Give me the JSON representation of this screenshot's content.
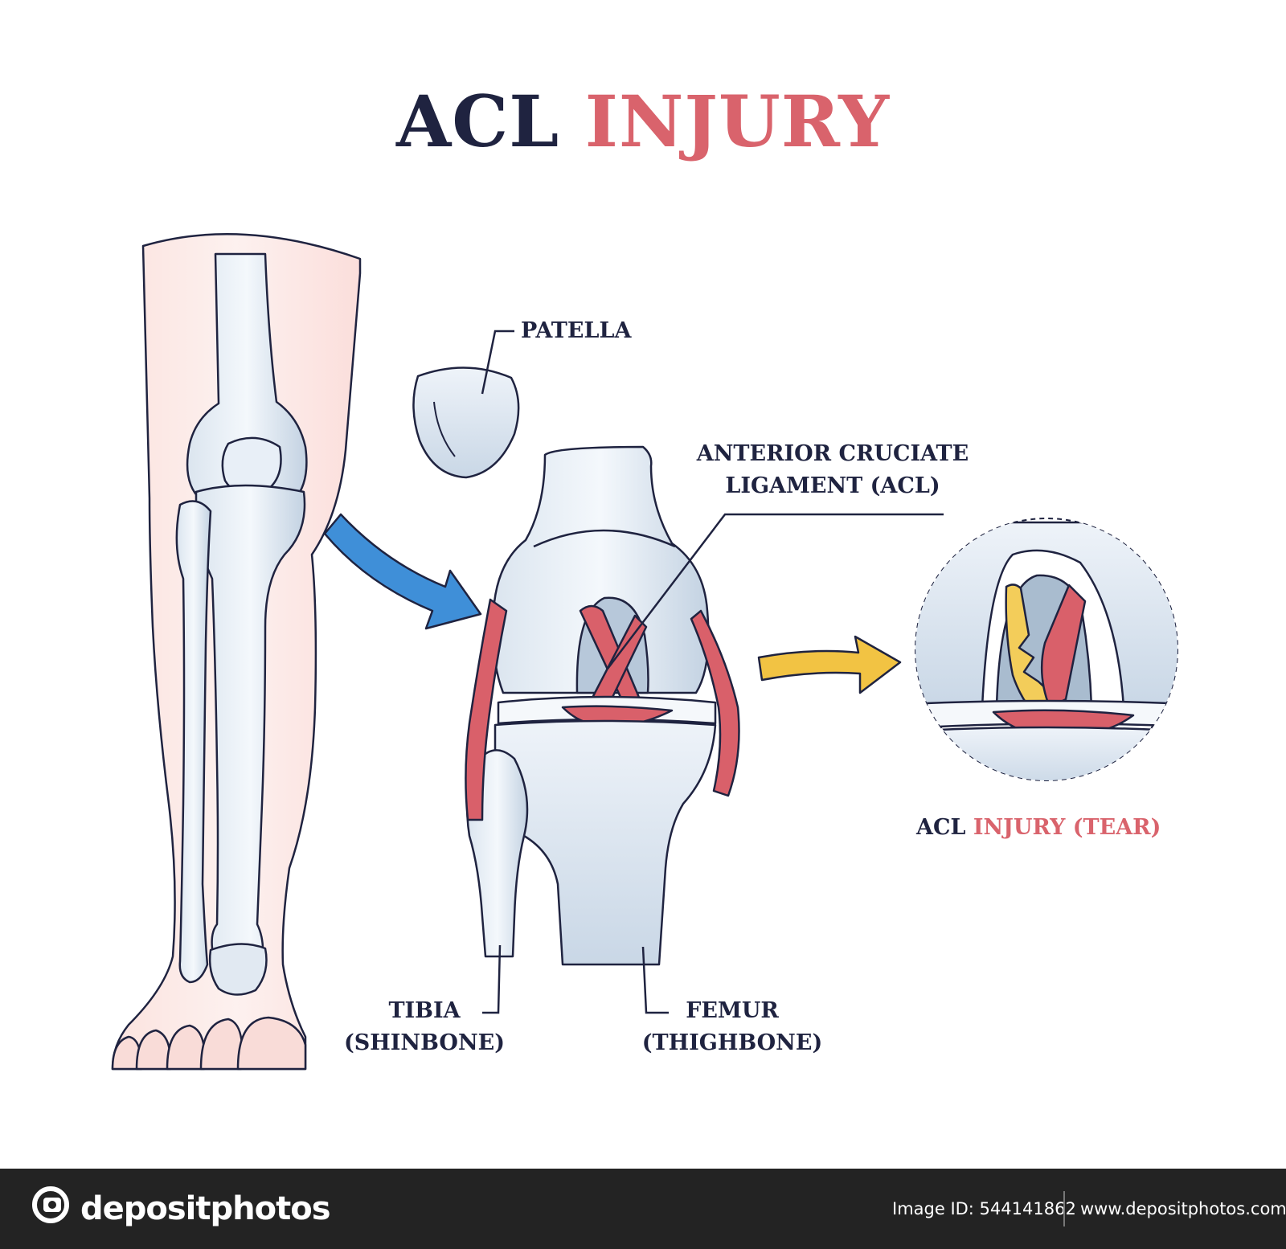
{
  "title": {
    "part1": "ACL",
    "part2": "INJURY"
  },
  "colors": {
    "navy": "#1f2340",
    "red": "#d9636c",
    "bone": "#cfdbe8",
    "bone_shadow": "#a9bccf",
    "skin": "#f9d6d2",
    "ligament": "#d9606a",
    "ligament_dark": "#b8444f",
    "blue_arrow": "#3f8fd8",
    "yellow_arrow": "#f2c343",
    "torn_ligament": "#f3cd5a"
  },
  "labels": {
    "patella": "PATELLA",
    "acl_line1": "ANTERIOR CRUCIATE",
    "acl_line2": "LIGAMENT (ACL)",
    "tibia_line1": "TIBIA",
    "tibia_line2": "(SHINBONE)",
    "femur_line1": "FEMUR",
    "femur_line2": "(THIGHBONE)",
    "tear_part1": "ACL",
    "tear_part2": "INJURY (TEAR)"
  },
  "footer": {
    "brand": "depositphotos",
    "image_id": "Image ID: 544141862",
    "site": "www.depositphotos.com"
  }
}
